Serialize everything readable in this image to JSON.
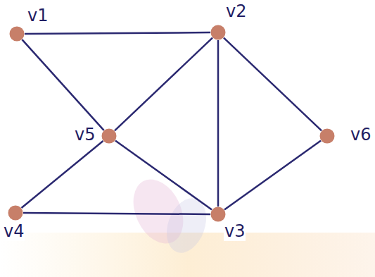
{
  "diagram": {
    "nodes": [
      {
        "text": [
          "v1"
        ]
      },
      {
        "text": [
          "v2"
        ]
      },
      {
        "text": [
          "v5"
        ]
      },
      {
        "text": [
          "v6"
        ]
      },
      {
        "text": [
          "v4"
        ]
      },
      {
        "text": [
          "v3"
        ]
      }
    ],
    "edges": [
      {
        "from": 0,
        "to": 1,
        "arrow": "none"
      },
      {
        "from": 0,
        "to": 2,
        "arrow": "none"
      },
      {
        "from": 1,
        "to": 2,
        "arrow": "none"
      },
      {
        "from": 1,
        "to": 5,
        "arrow": "none"
      },
      {
        "from": 1,
        "to": 3,
        "arrow": "none"
      },
      {
        "from": 2,
        "to": 4,
        "arrow": "none"
      },
      {
        "from": 2,
        "to": 5,
        "arrow": "none"
      },
      {
        "from": 4,
        "to": 5,
        "arrow": "none"
      },
      {
        "from": 5,
        "to": 3,
        "arrow": "none"
      }
    ]
  }
}
